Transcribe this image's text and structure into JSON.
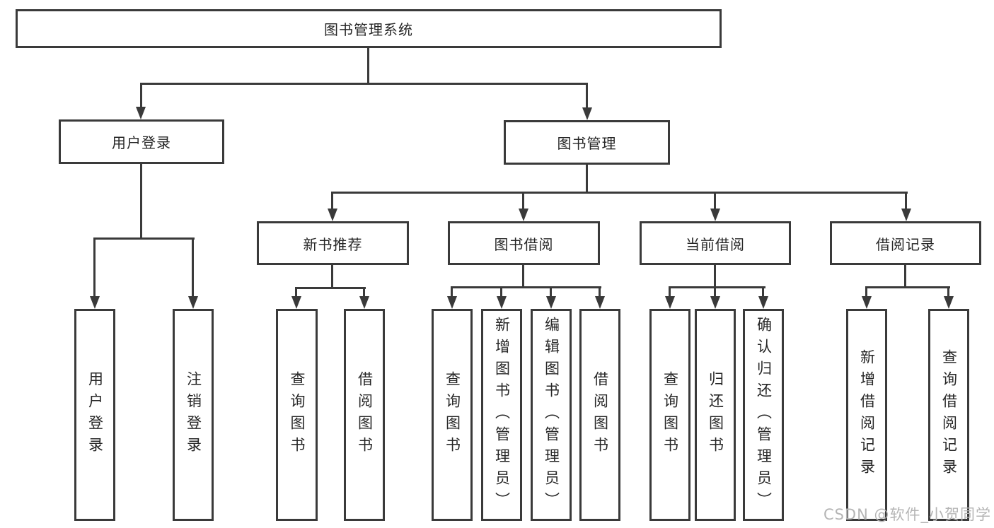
{
  "diagram": {
    "type": "tree",
    "title": "图书管理系统",
    "colors": {
      "line": "#3a3a3a",
      "border": "#3a3a3a",
      "text": "#262626",
      "background": "#ffffff",
      "watermark_text_color": "#b5b5b5"
    },
    "tree": {
      "root": {
        "label": "图书管理系统"
      },
      "branches": [
        {
          "label": "用户登录",
          "children": [
            {
              "label": "用户登录"
            },
            {
              "label": "注销登录"
            }
          ]
        },
        {
          "label": "图书管理",
          "children": [
            {
              "label": "新书推荐",
              "children": [
                {
                  "label": "查询图书"
                },
                {
                  "label": "借阅图书"
                }
              ]
            },
            {
              "label": "图书借阅",
              "children": [
                {
                  "label": "查询图书"
                },
                {
                  "label": "新增图书（管理员）"
                },
                {
                  "label": "编辑图书（管理员）"
                },
                {
                  "label": "借阅图书"
                }
              ]
            },
            {
              "label": "当前借阅",
              "children": [
                {
                  "label": "查询图书"
                },
                {
                  "label": "归还图书"
                },
                {
                  "label": "确认归还（管理员）"
                }
              ]
            },
            {
              "label": "借阅记录",
              "children": [
                {
                  "label": "新增借阅记录"
                },
                {
                  "label": "查询借阅记录"
                }
              ]
            }
          ]
        }
      ]
    },
    "watermark": {
      "text": "CSDN @软件_小贺同学"
    }
  }
}
